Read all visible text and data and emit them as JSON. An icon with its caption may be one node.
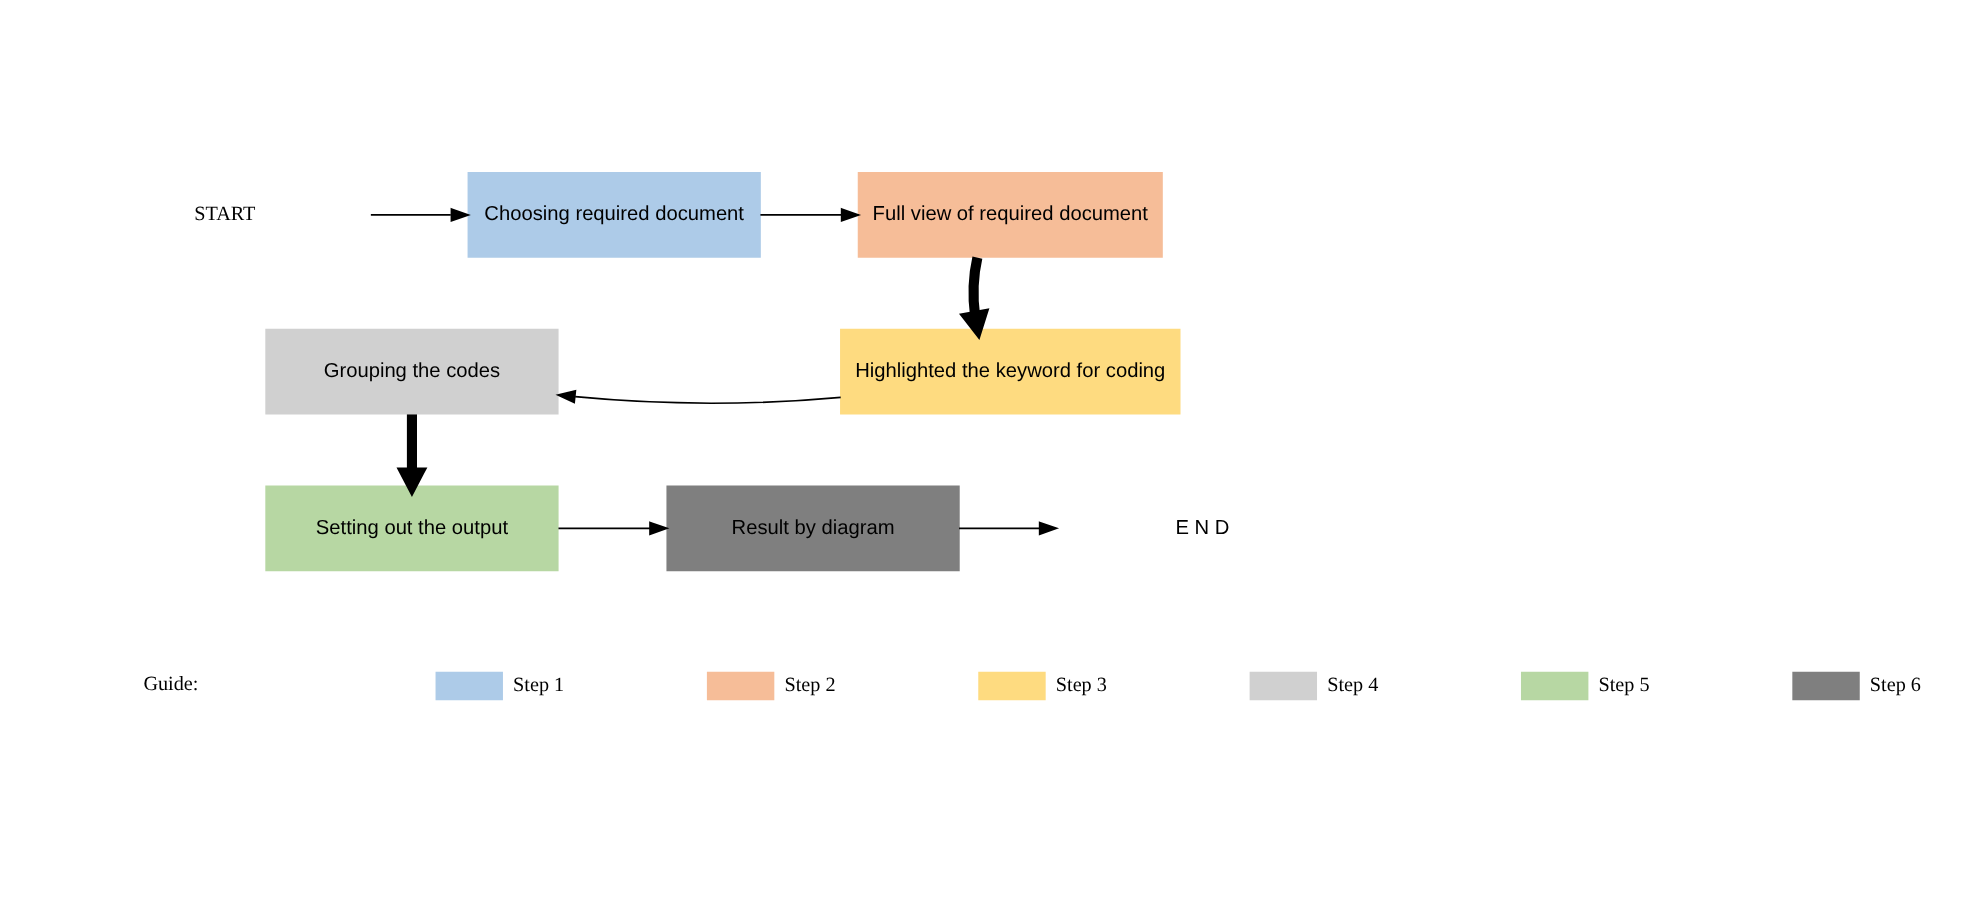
{
  "diagram": {
    "nodes": [
      {
        "text": [
          "START"
        ]
      },
      {
        "text": [
          "Choosing required document"
        ]
      },
      {
        "text": [
          "Full view of required document"
        ]
      },
      {
        "text": [
          "Highlighted the keyword for coding"
        ]
      },
      {
        "text": [
          "Grouping the codes"
        ]
      },
      {
        "text": [
          "Setting out the output"
        ]
      },
      {
        "text": [
          "Result by diagram"
        ]
      },
      {
        "text": [
          "E N D"
        ]
      }
    ],
    "edges": [
      {
        "from": 0,
        "to": 1,
        "arrow": "to"
      },
      {
        "from": 1,
        "to": 2,
        "arrow": "to"
      },
      {
        "from": 2,
        "to": 3,
        "arrow": "to",
        "style": "thick"
      },
      {
        "from": 3,
        "to": 4,
        "arrow": "to"
      },
      {
        "from": 4,
        "to": 5,
        "arrow": "to",
        "style": "thick"
      },
      {
        "from": 5,
        "to": 6,
        "arrow": "to"
      },
      {
        "from": 6,
        "to": 7,
        "arrow": "to"
      }
    ],
    "labels": [
      "Guide:"
    ],
    "legend": [
      {
        "text": "Step 1",
        "color": "#adcbe8"
      },
      {
        "text": "Step 2",
        "color": "#f6bd98"
      },
      {
        "text": "Step 3",
        "color": "#fedb80"
      },
      {
        "text": "Step 4",
        "color": "#d0d0d0"
      },
      {
        "text": "Step 5",
        "color": "#b7d7a3"
      },
      {
        "text": "Step 6",
        "color": "#7f7f7f"
      }
    ]
  }
}
